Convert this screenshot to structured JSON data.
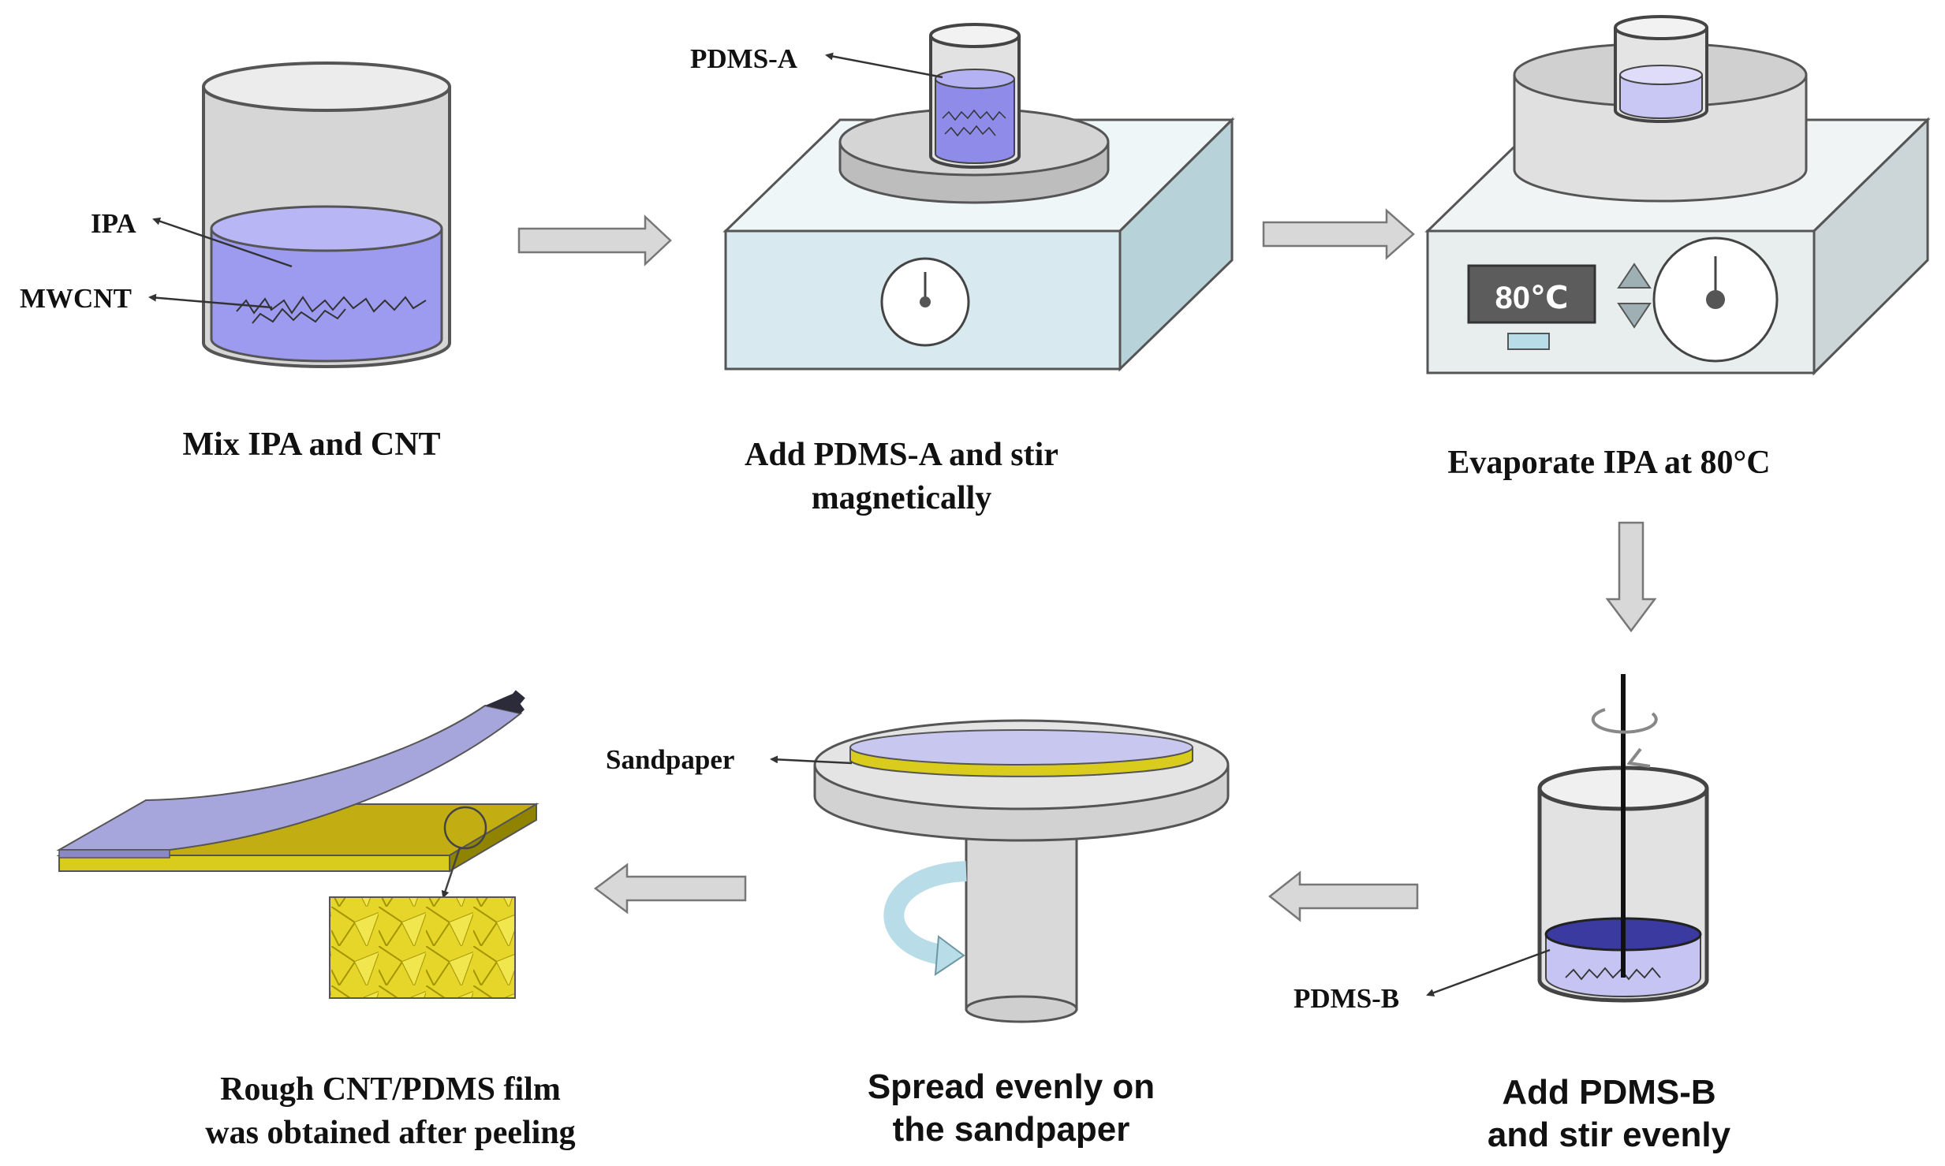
{
  "step1": {
    "caption": "Mix IPA and CNT",
    "label_ipa": "IPA",
    "label_mwcnt": "MWCNT"
  },
  "step2": {
    "caption_line1": "Add PDMS-A and stir",
    "caption_line2": "magnetically",
    "label_pdms_a": "PDMS-A"
  },
  "step3": {
    "caption": "Evaporate IPA at 80°C",
    "display": "80℃"
  },
  "step4": {
    "caption_line1": "Add PDMS-B",
    "caption_line2": "and stir evenly",
    "label_pdms_b": "PDMS-B"
  },
  "step5": {
    "caption_line1": "Spread evenly on",
    "caption_line2": "the sandpaper",
    "label_sandpaper": "Sandpaper"
  },
  "step6": {
    "caption_line1": "Rough CNT/PDMS film",
    "caption_line2": "was obtained after peeling"
  },
  "colors": {
    "liquid": "#9d9bf0",
    "sandpaper": "#d9cc1c",
    "hotplate": "#d8eaf0",
    "film": "#a7a6dc",
    "flow_arrow": "#d8d8d8",
    "rotation_arrow": "#b9dde8"
  },
  "icons": [
    "beaker-icon",
    "magnetic-stirrer-icon",
    "hot-plate-icon",
    "stirring-rod-icon",
    "spin-coater-icon",
    "peeled-film-icon",
    "flow-arrow-icon",
    "rotation-arrow-icon",
    "dial-icon"
  ]
}
